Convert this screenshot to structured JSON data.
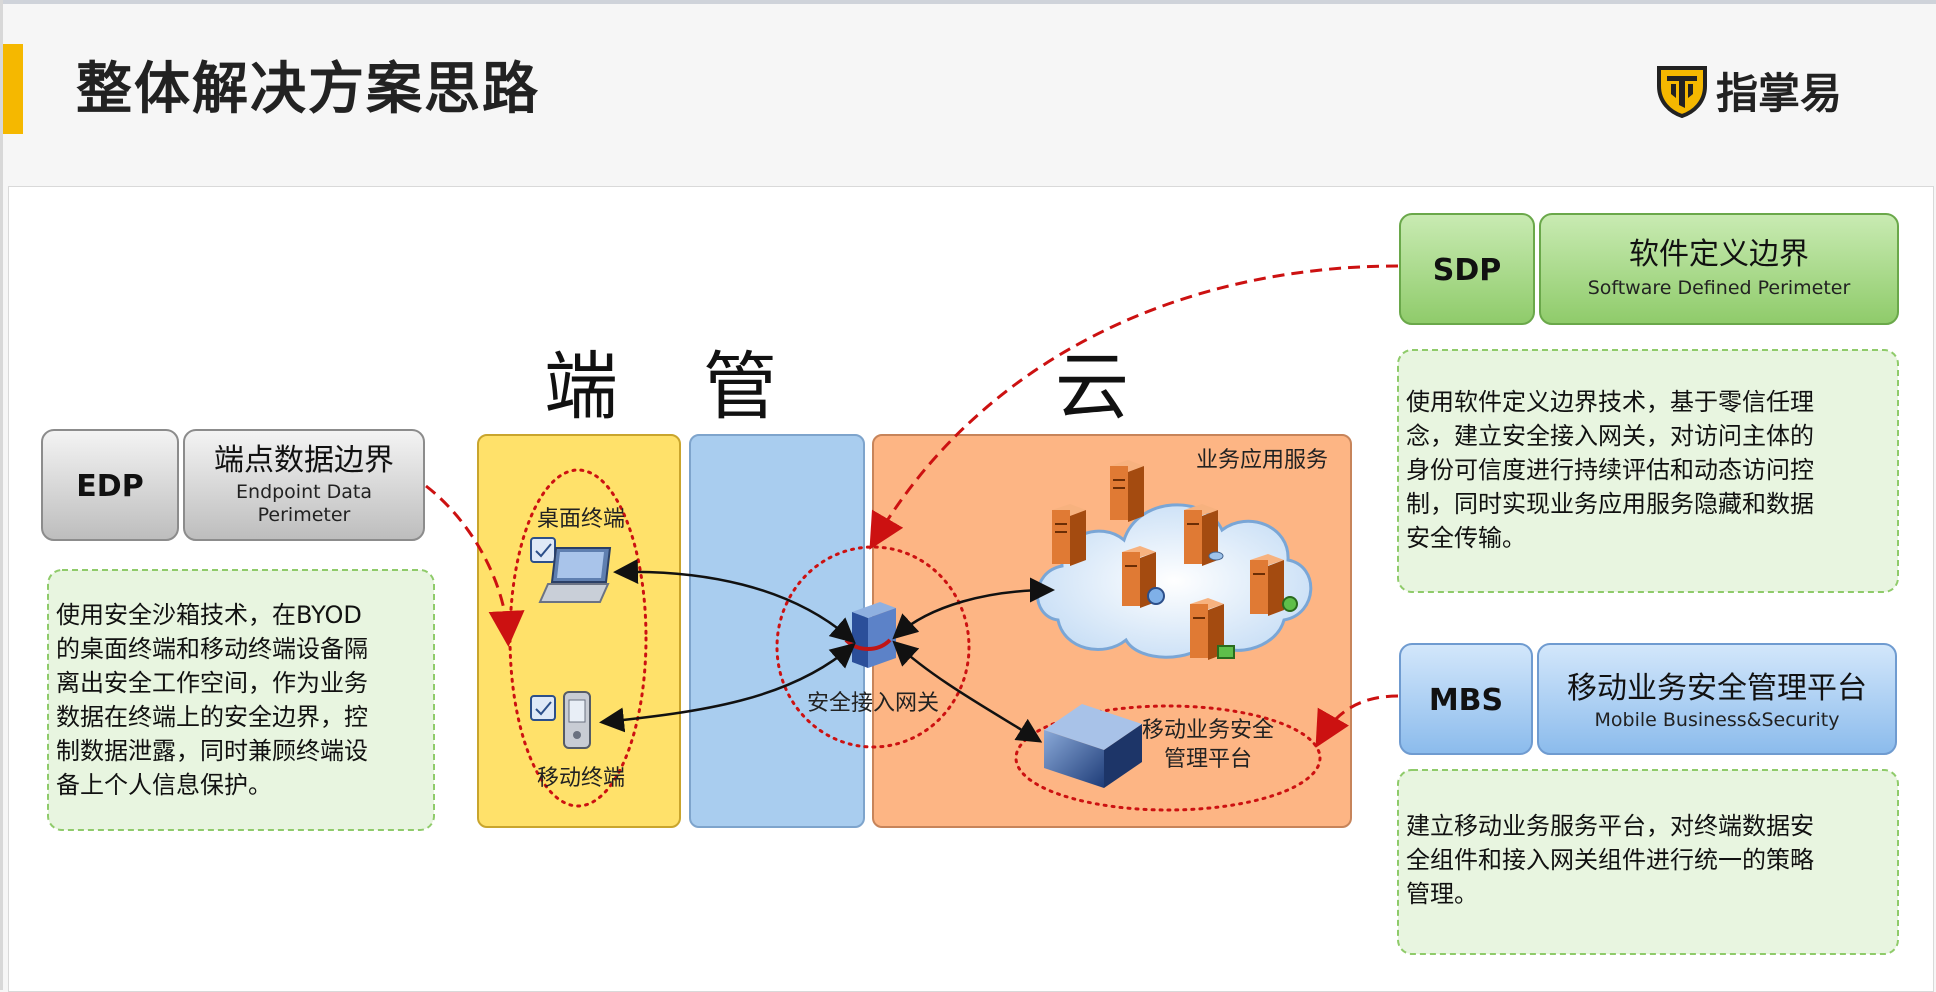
{
  "header": {
    "title": "整体解决方案思路",
    "brand": "指掌易"
  },
  "layers": {
    "duan": "端",
    "guan": "管",
    "yun": "云"
  },
  "terminals": {
    "desktop": "桌面终端",
    "mobile": "移动终端"
  },
  "gateway": {
    "label": "安全接入网关"
  },
  "cloud": {
    "services_label": "业务应用服务",
    "mbs_platform_line1": "移动业务安全",
    "mbs_platform_line2": "管理平台"
  },
  "edp": {
    "abbr": "EDP",
    "name_cn": "端点数据边界",
    "name_en_line1": "Endpoint Data",
    "name_en_line2": "Perimeter",
    "desc_lines": [
      "使用安全沙箱技术，在BYOD",
      "的桌面终端和移动终端设备隔",
      "离出安全工作空间，作为业务",
      "数据在终端上的安全边界，控",
      "制数据泄露，同时兼顾终端设",
      "备上个人信息保护。"
    ]
  },
  "sdp": {
    "abbr": "SDP",
    "name_cn": "软件定义边界",
    "name_en": "Software Defined Perimeter",
    "desc_lines": [
      "使用软件定义边界技术，基于零信任理",
      "念，建立安全接入网关，对访问主体的",
      "身份可信度进行持续评估和动态访问控",
      "制，同时实现业务应用服务隐藏和数据",
      "安全传输。"
    ]
  },
  "mbs": {
    "abbr": "MBS",
    "name_cn": "移动业务安全管理平台",
    "name_en": "Mobile Business&Security",
    "desc_lines": [
      "建立移动业务服务平台，对终端数据安",
      "全组件和接入网关组件进行统一的策略",
      "管理。"
    ]
  },
  "colors": {
    "accent": "#f5b800",
    "yellow_col": "#ffe16a",
    "blue_col": "#a9cdef",
    "orange_col": "#fdb584",
    "edp_gray": "#d9d9d9",
    "sdp_green": "#a9d98a",
    "mbs_blue": "#a8cdf2",
    "desc_green": "#e8f5e0",
    "dash_red": "#cc1111"
  }
}
